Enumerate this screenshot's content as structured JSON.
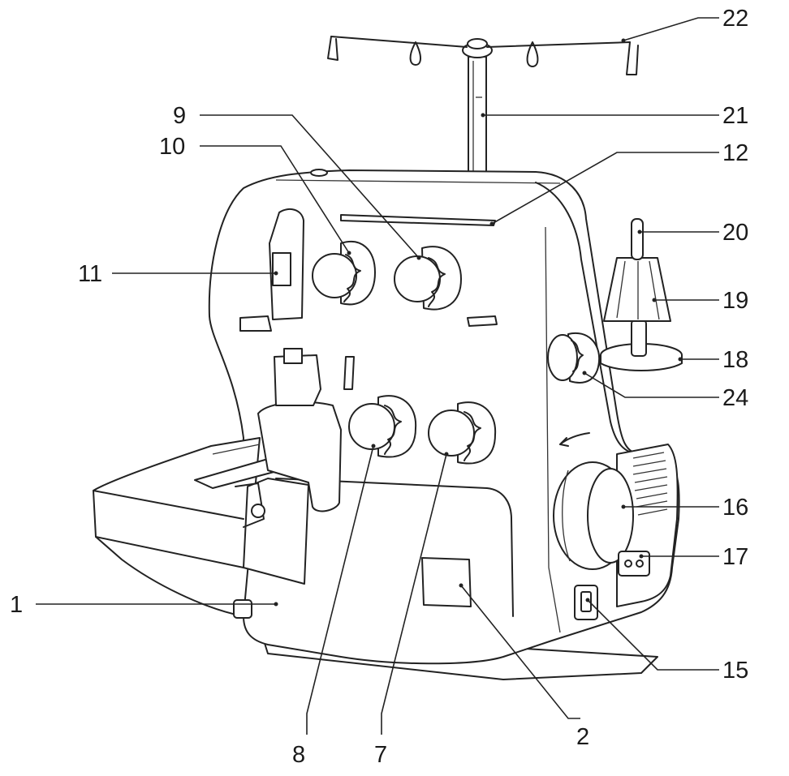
{
  "diagram": {
    "callouts": [
      {
        "id": "c1",
        "label": "1"
      },
      {
        "id": "c2",
        "label": "2"
      },
      {
        "id": "c7",
        "label": "7"
      },
      {
        "id": "c8",
        "label": "8"
      },
      {
        "id": "c9",
        "label": "9"
      },
      {
        "id": "c10",
        "label": "10"
      },
      {
        "id": "c11",
        "label": "11"
      },
      {
        "id": "c12",
        "label": "12"
      },
      {
        "id": "c15",
        "label": "15"
      },
      {
        "id": "c16",
        "label": "16"
      },
      {
        "id": "c17",
        "label": "17"
      },
      {
        "id": "c18",
        "label": "18"
      },
      {
        "id": "c19",
        "label": "19"
      },
      {
        "id": "c20",
        "label": "20"
      },
      {
        "id": "c21",
        "label": "21"
      },
      {
        "id": "c22",
        "label": "22"
      },
      {
        "id": "c24",
        "label": "24"
      }
    ]
  },
  "colors": {
    "line": "#222222",
    "background": "#ffffff"
  }
}
